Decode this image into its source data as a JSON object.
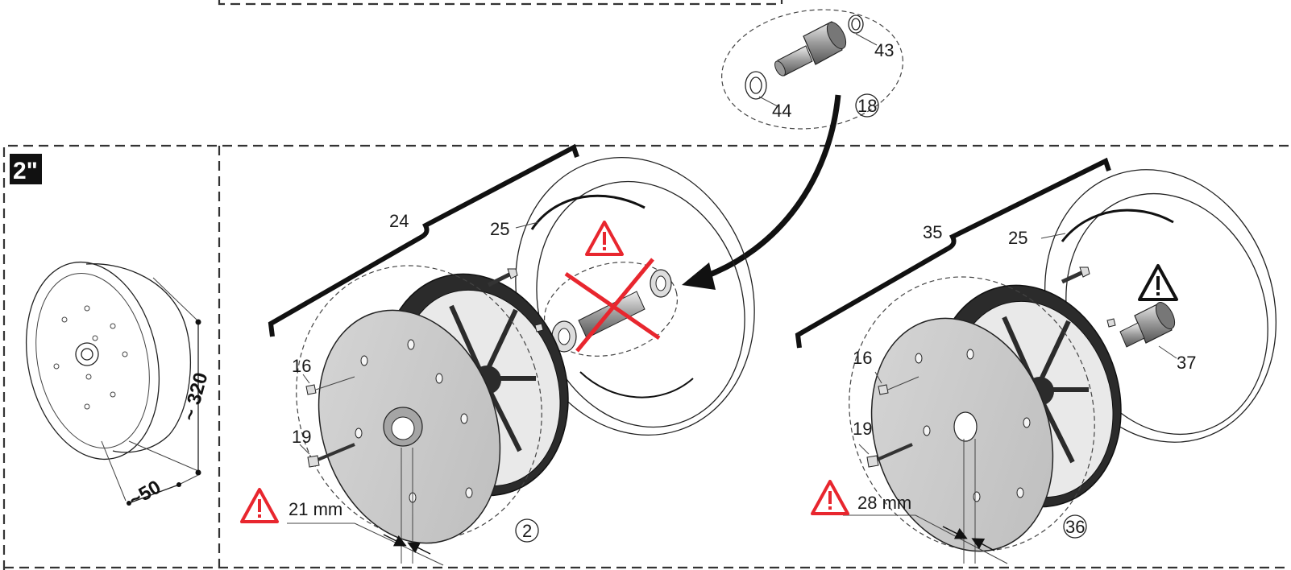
{
  "badge": {
    "text": "2\""
  },
  "dimensions": {
    "diameter": "~ 320",
    "width": "~50"
  },
  "callouts": {
    "c43": "43",
    "c44": "44",
    "c18": "18",
    "c24": "24",
    "c25a": "25",
    "c16a": "16",
    "c19a": "19",
    "c2": "2",
    "c35": "35",
    "c25b": "25",
    "c16b": "16",
    "c19b": "19",
    "c36": "36",
    "c37": "37"
  },
  "measurements": {
    "left": "21 mm",
    "right": "28 mm"
  },
  "colors": {
    "warning": "#e8262e",
    "ink": "#111111",
    "plate": "#c8c8c8",
    "hub": "#2b2b2b"
  },
  "icons": [
    "warning-triangle-icon",
    "cross-out-icon",
    "curved-arrow-icon"
  ]
}
